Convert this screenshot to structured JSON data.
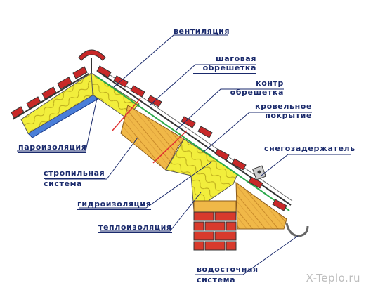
{
  "labels": {
    "ventilation": "вентиляция",
    "battens_line1": "шаговая",
    "battens_line2": "обрешетка",
    "counter_line1": "контр",
    "counter_line2": "обрешетка",
    "roofing_line1": "кровельное",
    "roofing_line2": "покрытие",
    "snow_guard": "снегозадержатель",
    "vapor_barrier": "пароизоляция",
    "rafters_line1": "стропильная",
    "rafters_line2": "система",
    "waterproofing": "гидроизоляция",
    "insulation": "теплоизоляция",
    "gutter_line1": "водосточная",
    "gutter_line2": "система"
  },
  "watermark": "X-Teplo.ru",
  "colors": {
    "tile": "#c82828",
    "insulation": "#f2ee3c",
    "wood": "#f0b848",
    "brick": "#d83a2c",
    "membrane": "#2aa84a",
    "label": "#1a2a6c"
  }
}
